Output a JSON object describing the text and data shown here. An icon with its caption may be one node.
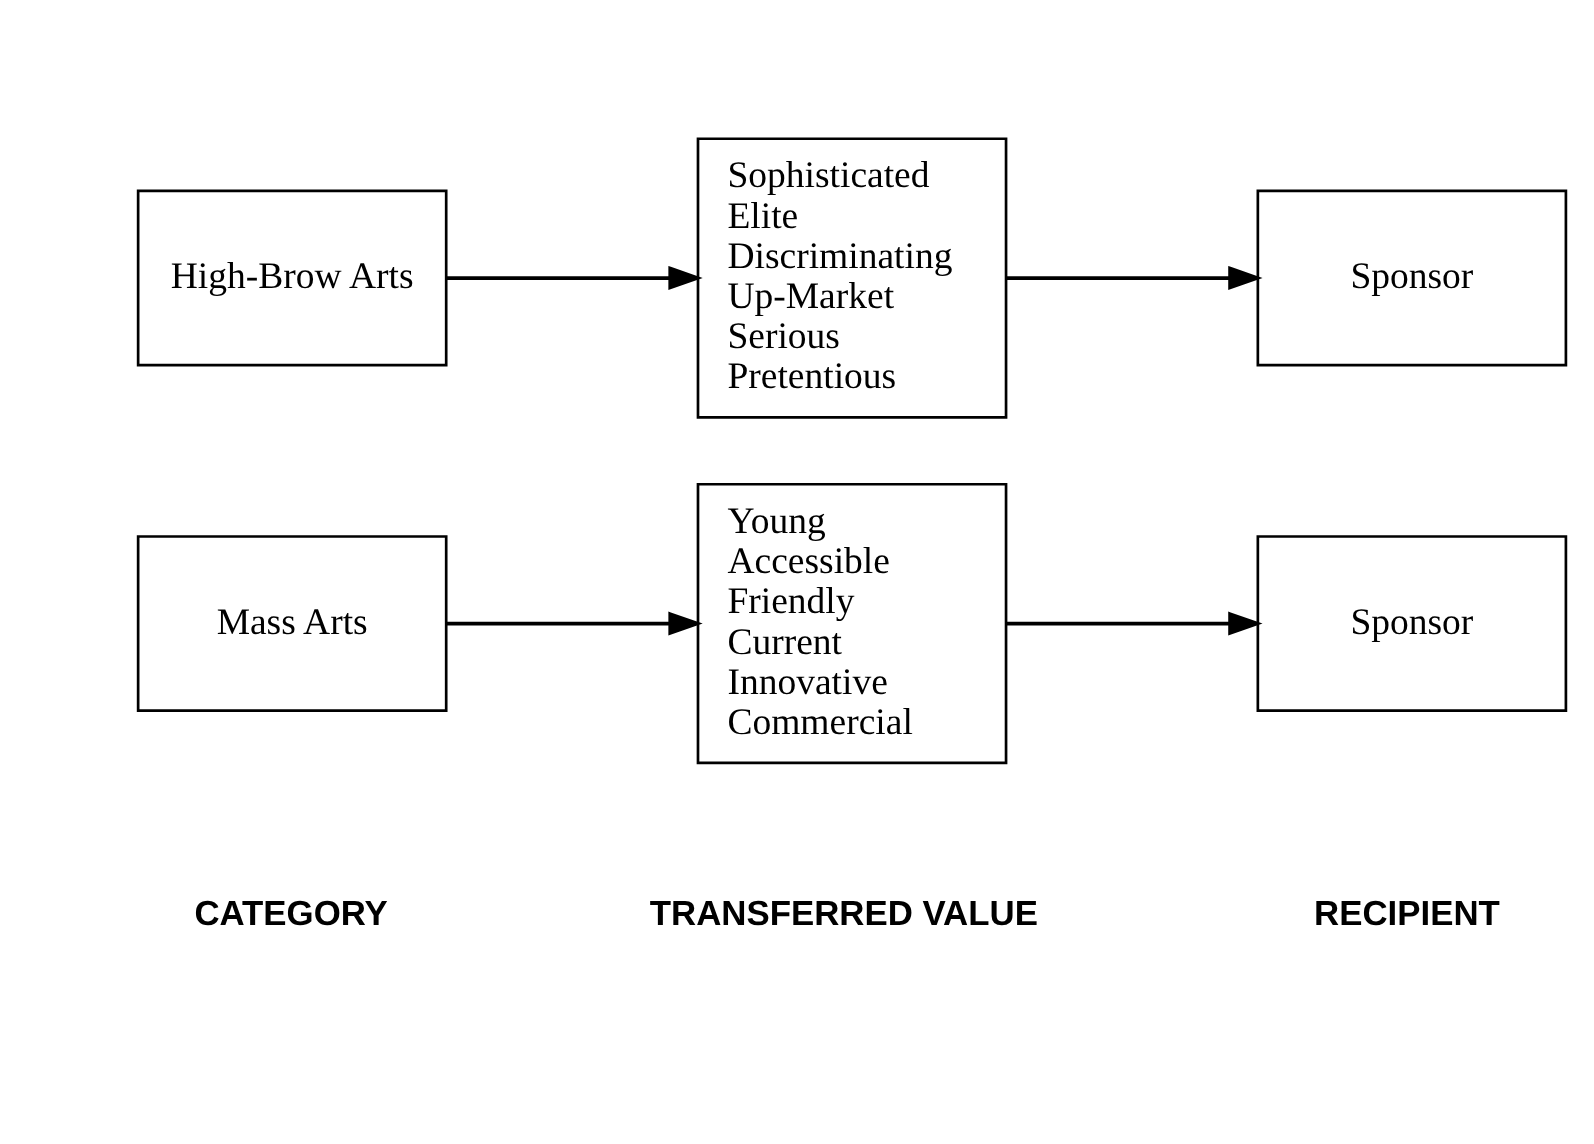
{
  "diagram": {
    "nodes": [
      {
        "text": [
          "High-Brow Arts"
        ]
      },
      {
        "text": [
          "Sophisticated",
          "Elite",
          "Discriminating",
          "Up-Market",
          "Serious",
          "Pretentious"
        ]
      },
      {
        "text": [
          "Sponsor"
        ]
      },
      {
        "text": [
          "Mass Arts"
        ]
      },
      {
        "text": [
          "Young",
          "Accessible",
          "Friendly",
          "Current",
          "Innovative",
          "Commercial"
        ]
      },
      {
        "text": [
          "Sponsor"
        ]
      }
    ],
    "edges": [
      {
        "from": 0,
        "to": 1,
        "arrow": "to"
      },
      {
        "from": 1,
        "to": 2,
        "arrow": "to"
      },
      {
        "from": 3,
        "to": 4,
        "arrow": "to"
      },
      {
        "from": 4,
        "to": 5,
        "arrow": "to"
      }
    ],
    "labels": [
      "TRANSFERRED VALUE",
      "CATEGORY",
      "RECIPIENT"
    ]
  }
}
